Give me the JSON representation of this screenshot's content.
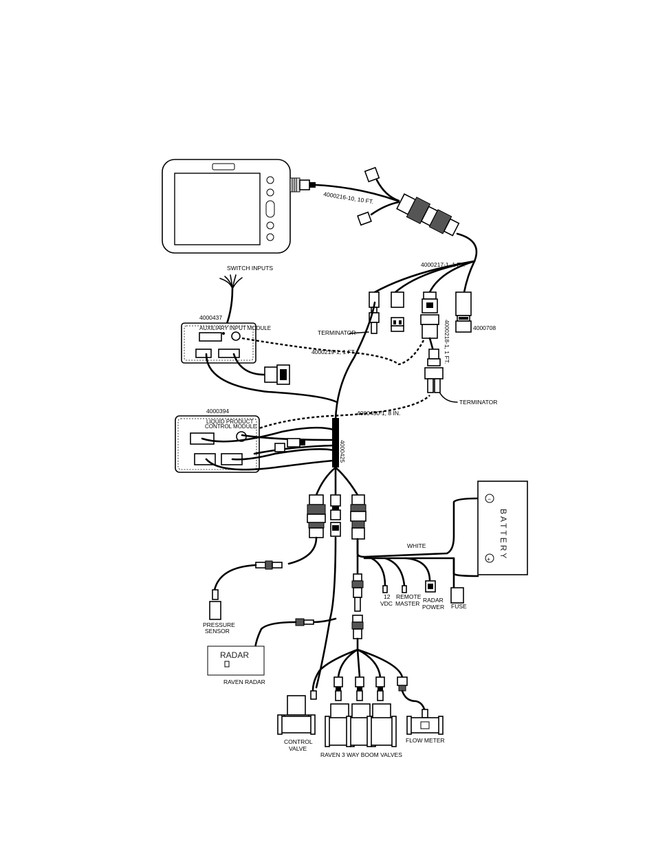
{
  "labels": {
    "cable_main_harness": "4000216-10, 10 FT.",
    "switch_inputs": "SWITCH INPUTS",
    "aux_module_part": "4000437",
    "aux_module_title": "AUXILIARY INPUT MODULE",
    "cable_1ft": "4000217-1, 1 FT.",
    "terminator_1": "TERMINATOR",
    "cable_219": "4000219-1, 1 FT.",
    "cable_218": "4000218-1, 1 FT.",
    "part_708": "4000708",
    "terminator_2": "TERMINATOR",
    "lpcm_part": "4000394",
    "lpcm_title_1": "LIQUID PRODUCT",
    "lpcm_title_2": "CONTROL MODULE",
    "cable_450": "4000450-1, 8 IN.",
    "trunk_425": "4000425",
    "battery": "BATTERY",
    "battery_minus": "−",
    "battery_plus": "+",
    "white": "WHITE",
    "v12_1": "12",
    "v12_2": "VDC",
    "remote_1": "REMOTE",
    "remote_2": "MASTER",
    "radar_power_1": "RADAR",
    "radar_power_2": "POWER",
    "fuse": "FUSE",
    "pressure_1": "PRESSURE",
    "pressure_2": "SENSOR",
    "radar_box": "RADAR",
    "raven_radar": "RAVEN RADAR",
    "control_valve_1": "CONTROL",
    "control_valve_2": "VALVE",
    "boom_valves": "RAVEN 3 WAY BOOM VALVES",
    "flow_meter": "FLOW METER"
  }
}
